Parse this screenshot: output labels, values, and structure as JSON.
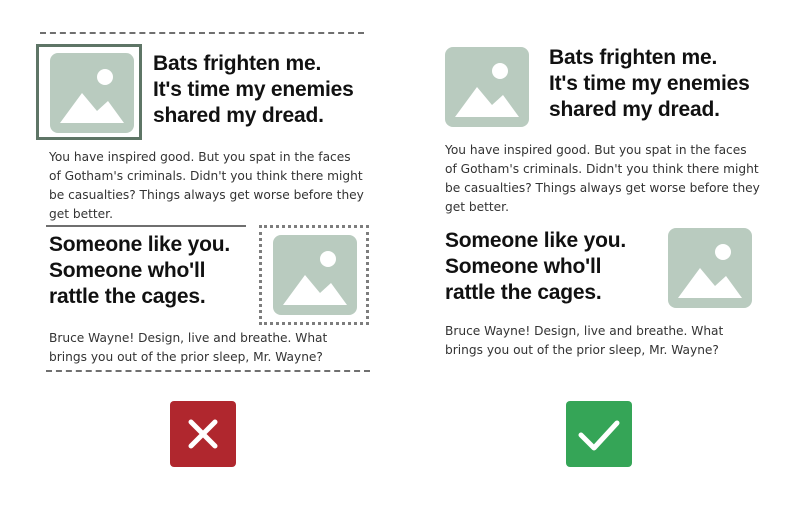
{
  "colors": {
    "image_placeholder": "#b9cbbf",
    "bad": "#b0272e",
    "good": "#35a557",
    "rule": "#6f6f6f"
  },
  "bad_example": {
    "heading_1": [
      "Bats frighten me.",
      "It's time my enemies",
      "shared my dread."
    ],
    "body_1": [
      "You have inspired good. But you spat in the faces",
      "of Gotham's criminals. Didn't you think there might",
      "be casualties? Things always get worse before they",
      "get better."
    ],
    "heading_2": [
      "Someone like you.",
      "Someone who'll",
      "rattle the cages."
    ],
    "body_2": [
      "Bruce Wayne! Design, live and breathe. What",
      "brings you out of the prior sleep, Mr. Wayne?"
    ],
    "verdict_icon": "x-icon"
  },
  "good_example": {
    "heading_1": [
      "Bats frighten me.",
      "It's time my enemies",
      "shared my dread."
    ],
    "body_1": [
      "You have inspired good. But you spat in the faces",
      "of Gotham's criminals. Didn't you think there might",
      "be casualties? Things always get worse before they",
      "get better."
    ],
    "heading_2": [
      "Someone like you.",
      "Someone who'll",
      "rattle the cages."
    ],
    "body_2": [
      "Bruce Wayne! Design, live and breathe. What",
      "brings you out of the prior sleep, Mr. Wayne?"
    ],
    "verdict_icon": "checkmark-icon"
  }
}
